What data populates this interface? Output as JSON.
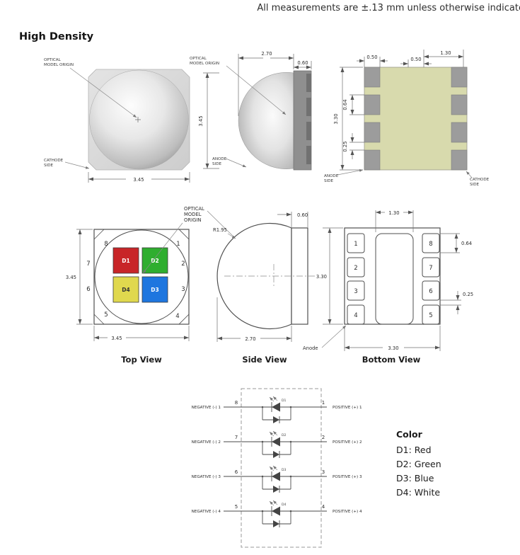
{
  "note": "All measurements are ±.13 mm unless otherwise indicate",
  "section_title": "High Density",
  "render_top": {
    "optical": [
      "OPTICAL",
      "MODEL ORIGIN"
    ],
    "cathode": [
      "CATHODE",
      "SIDE"
    ],
    "dim_width": "3.45"
  },
  "render_side": {
    "optical": [
      "OPTICAL",
      "MODEL ORIGIN"
    ],
    "anode": [
      "ANODE",
      "SIDE"
    ],
    "dim_dome_depth": "2.70",
    "dim_substrate": "0.60",
    "dim_height": "3.45"
  },
  "render_bottom": {
    "dim_pad_width_left": "0.50",
    "dim_pad_width_right": "0.50",
    "dim_center": "1.30",
    "dim_height": "3.30",
    "dim_pad_height": "0.64",
    "dim_pad_gap": "0.25",
    "anode": [
      "ANODE",
      "SIDE"
    ],
    "cathode": [
      "CATHODE",
      "SIDE"
    ]
  },
  "top_view": {
    "title": "Top View",
    "optical": [
      "OPTICAL",
      "MODEL",
      "ORIGIN"
    ],
    "dim_height": "3.45",
    "dim_width": "3.45",
    "pins": [
      "8",
      "1",
      "7",
      "2",
      "6",
      "3",
      "5",
      "4"
    ],
    "dies": [
      {
        "id": "D1",
        "color": "#c82528",
        "text_color": "#ffffff"
      },
      {
        "id": "D2",
        "color": "#2fae2f",
        "text_color": "#ffffff"
      },
      {
        "id": "D3",
        "color": "#1e76df",
        "text_color": "#ffffff"
      },
      {
        "id": "D4",
        "color": "#e0d84e",
        "text_color": "#333333"
      }
    ]
  },
  "side_view": {
    "title": "Side View",
    "radius": "R1.95",
    "dim_substrate": "0.60",
    "dim_dome_depth": "2.70"
  },
  "bottom_view": {
    "title": "Bottom View",
    "dim_center_pad": "1.30",
    "dim_pad_height": "0.64",
    "dim_pad_gap": "0.25",
    "dim_height": "3.30",
    "dim_width": "3.30",
    "anode": "Anode",
    "left_pins": [
      "1",
      "2",
      "3",
      "4"
    ],
    "right_pins": [
      "8",
      "7",
      "6",
      "5"
    ]
  },
  "schematic": {
    "rows": [
      {
        "negative": "NEGATIVE (-) 1",
        "positive": "POSITIVE (+) 1",
        "left_pin": "8",
        "right_pin": "1",
        "diode": "D1"
      },
      {
        "negative": "NEGATIVE (-) 2",
        "positive": "POSITIVE (+) 2",
        "left_pin": "7",
        "right_pin": "2",
        "diode": "D2"
      },
      {
        "negative": "NEGATIVE (-) 3",
        "positive": "POSITIVE (+) 3",
        "left_pin": "6",
        "right_pin": "3",
        "diode": "D3"
      },
      {
        "negative": "NEGATIVE (-) 4",
        "positive": "POSITIVE (+) 4",
        "left_pin": "5",
        "right_pin": "4",
        "diode": "D4"
      }
    ]
  },
  "legend": {
    "title": "Color",
    "items": [
      "D1: Red",
      "D2: Green",
      "D3: Blue",
      "D4: White"
    ]
  }
}
